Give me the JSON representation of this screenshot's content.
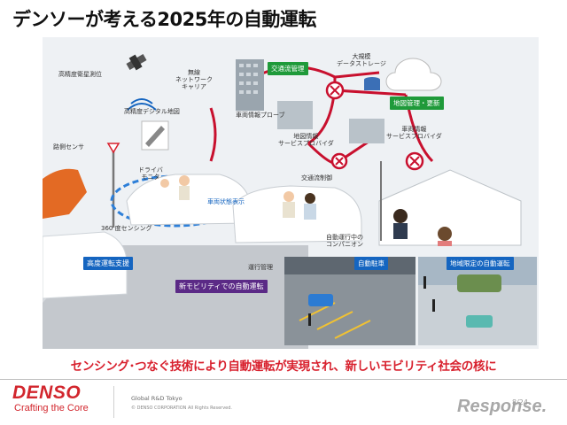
{
  "title": "デンソーが考える2025年の自動運転",
  "diagram": {
    "labels": {
      "satellite": "高精度衛星測位",
      "wireless": "無線\nネットワーク\nキャリア",
      "hd_map": "高精度デジタル地図",
      "roadside": "路側センサ",
      "driver_monitor": "ドライバ\nモニタ",
      "vehicle_status": "車両状態表示",
      "sensing360": "360 度センシング",
      "vehicle_probe": "車両情報プローブ",
      "map_provider": "地図情報\nサービスプロバイダ",
      "vehicle_provider": "車両情報\nサービスプロバイダ",
      "big_data": "大規模\nデータストレージ",
      "traffic_control": "交通流制御",
      "autonomous_running": "自動運行中の\nコンパニオン",
      "operation_mgmt": "運行管理"
    },
    "tags": {
      "traffic_mgmt": "交通流管理",
      "map_mgmt": "地図管理・更新",
      "advanced_driving": "高度運転支援",
      "new_mobility": "新モビリティでの自動運転",
      "auto_parking": "自動駐車",
      "area_limited": "地域限定の自動運転"
    }
  },
  "caption": "センシング･つなぐ技術により自動運転が実現され、新しいモビリティ社会の核に",
  "footer": {
    "logo": "DENSO",
    "slogan": "Crafting the Core",
    "org": "Global R&D Tokyo",
    "copyright": "© DENSO CORPORATION All Rights Reserved.",
    "page": "8/24",
    "watermark": "Response."
  },
  "colors": {
    "accent_red": "#d8202d",
    "green_tag": "#1f9a3a",
    "blue_tag": "#1565c0",
    "purple_tag": "#5b2a86",
    "network_line": "#c8102e"
  }
}
